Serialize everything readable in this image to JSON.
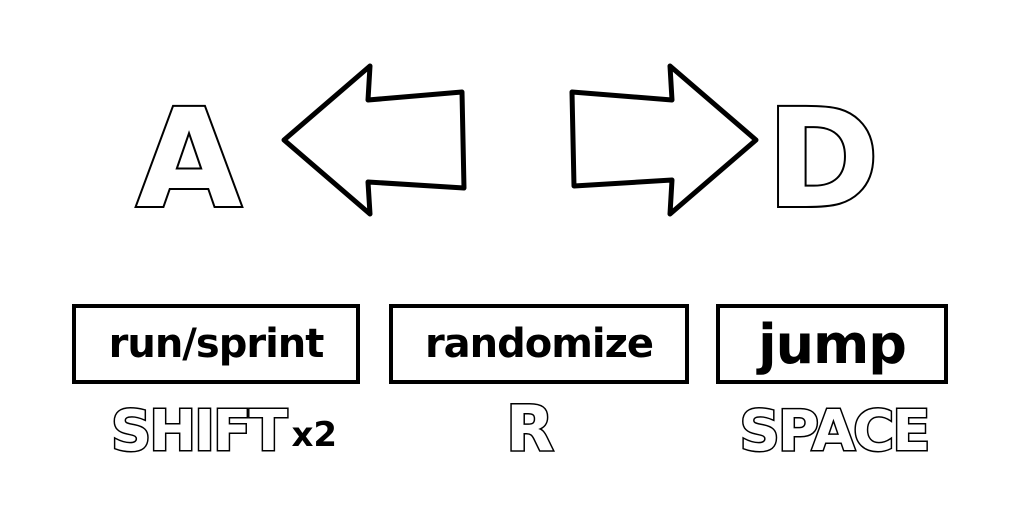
{
  "movement": {
    "left_key": "A",
    "right_key": "D",
    "left_arrow_icon": "arrow-left-icon",
    "right_arrow_icon": "arrow-right-icon"
  },
  "actions": [
    {
      "label": "run/sprint",
      "key": "SHIFT",
      "modifier": "x2"
    },
    {
      "label": "randomize",
      "key": "R"
    },
    {
      "label": "jump",
      "key": "SPACE"
    }
  ],
  "colors": {
    "background": "#ffffff",
    "outline": "#000000",
    "fill": "#ffffff"
  }
}
